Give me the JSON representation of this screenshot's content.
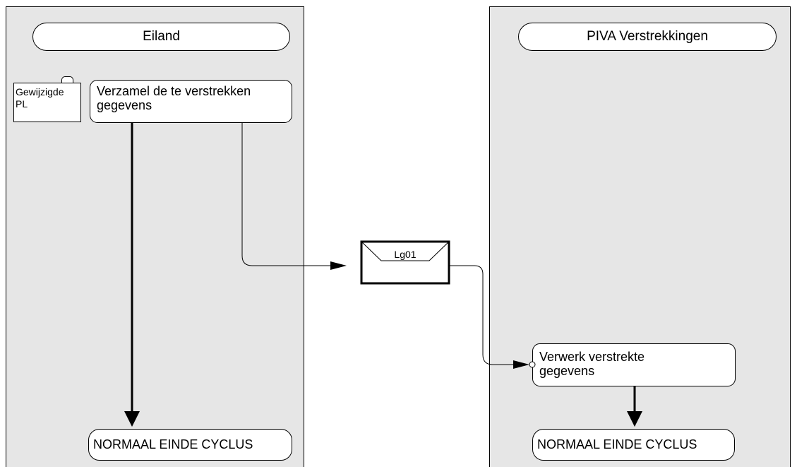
{
  "lanes": {
    "left": {
      "title": "Eiland"
    },
    "right": {
      "title": "PIVA Verstrekkingen"
    }
  },
  "left": {
    "note": {
      "line1": "Gewijzigde",
      "line2": "PL"
    },
    "action": {
      "line1": "Verzamel de te verstrekken",
      "line2": "gegevens"
    },
    "end": "NORMAAL EINDE CYCLUS"
  },
  "message": {
    "label": "Lg01"
  },
  "right": {
    "action": {
      "line1": "Verwerk verstrekte",
      "line2": "gegevens"
    },
    "end": "NORMAAL EINDE CYCLUS"
  }
}
